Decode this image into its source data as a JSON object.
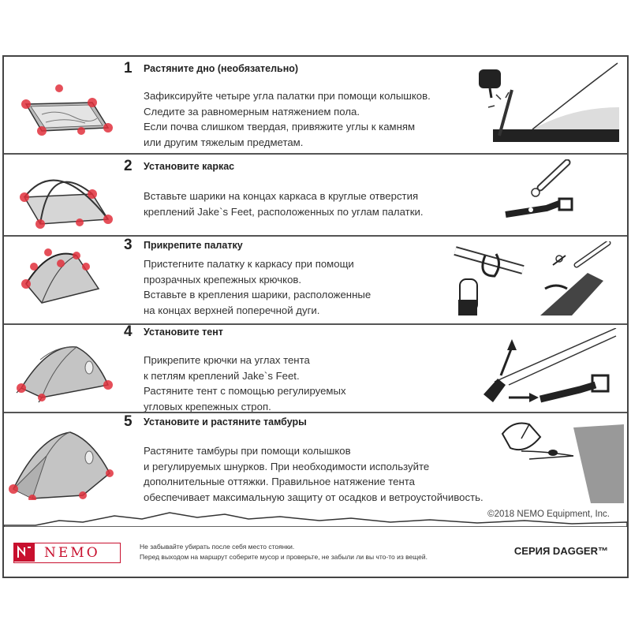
{
  "steps": [
    {
      "number": "1",
      "title": "Растяните дно (необязательно)",
      "lines": [
        "Зафиксируйте четыре угла палатки при помощи колышков.",
        "Следите за равномерным натяжением пола.",
        "Если почва слишком твердая, привяжите углы к камням",
        "или другим тяжелым предметам."
      ]
    },
    {
      "number": "2",
      "title": "Установите каркас",
      "lines": [
        "Вставьте шарики на концах каркаса в круглые отверстия",
        "креплений Jake`s Feet, расположенных по углам палатки."
      ]
    },
    {
      "number": "3",
      "title": "Прикрепите палатку",
      "lines": [
        "Пристегните палатку к каркасу при помощи",
        "прозрачных крепежных крючков.",
        "Вставьте в крепления шарики, расположенные",
        "на концах верхней поперечной дуги."
      ]
    },
    {
      "number": "4",
      "title": "Установите тент",
      "lines": [
        "Прикрепите крючки на углах тента",
        "к петлям креплений Jake`s Feet.",
        "Растяните тент с помощью регулируемых",
        "угловых крепежных строп."
      ]
    },
    {
      "number": "5",
      "title": "Установите и растяните тамбуры",
      "lines": [
        "Растяните тамбуры при помощи колышков",
        "и регулируемых шнурков. При необходимости используйте",
        "дополнительные оттяжки. Правильное натяжение тента",
        "обеспечивает максимальную защиту от осадков и ветроустойчивость."
      ]
    }
  ],
  "copyright": "©2018 NEMO Equipment, Inc.",
  "footer": {
    "brand": "NEMO",
    "note_line1": "Не забывайте убирать после себя место стоянки.",
    "note_line2": "Перед выходом на маршрут соберите мусор и проверьте, не забыли ли вы что-то из вещей.",
    "series": "СЕРИЯ DAGGER™"
  },
  "colors": {
    "accent": "#e0303c",
    "brand": "#c8102e",
    "line": "#555555"
  }
}
